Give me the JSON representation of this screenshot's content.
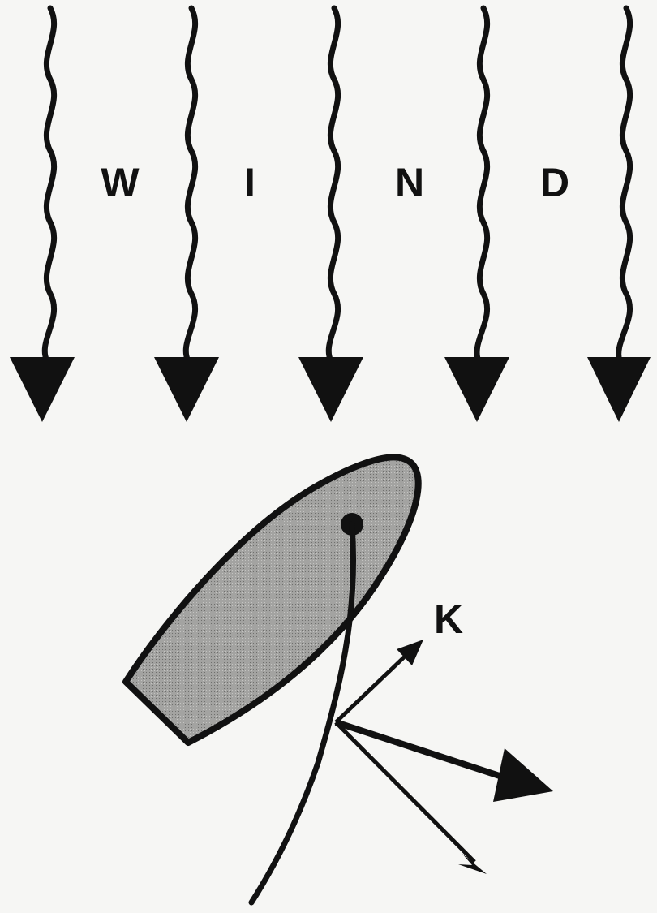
{
  "wind_letters": [
    "W",
    "I",
    "N",
    "D"
  ],
  "vector_label": "K",
  "colors": {
    "ink": "#111111",
    "background": "#f6f6f4",
    "hull_fill": "#9a9a98"
  },
  "icons": [
    "wind-arrow",
    "boat-hull",
    "mast-dot",
    "force-vector"
  ]
}
